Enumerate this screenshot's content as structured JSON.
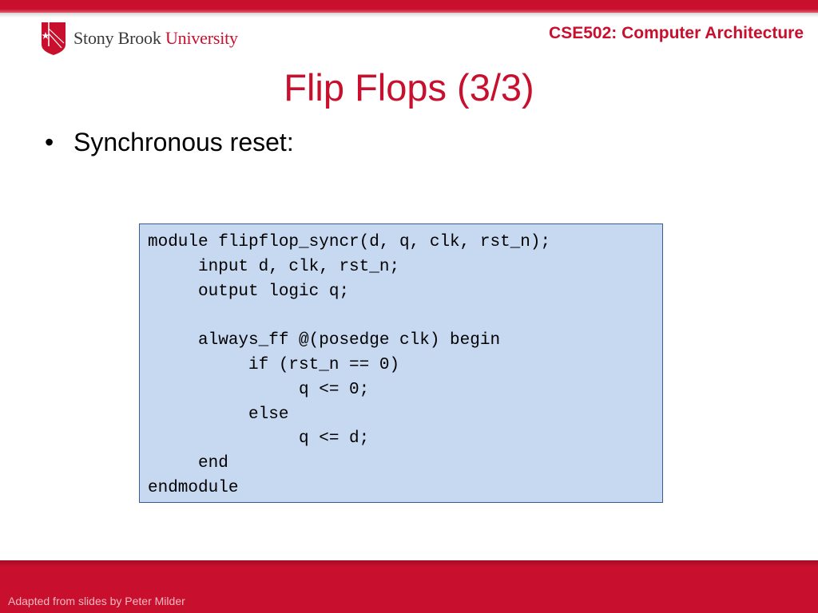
{
  "header": {
    "logo_wordmark_primary": "Stony Brook",
    "logo_wordmark_secondary": "University",
    "course_title": "CSE502: Computer Architecture"
  },
  "slide": {
    "title": "Flip Flops (3/3)",
    "bullet_symbol": "•",
    "bullet_text": "Synchronous reset:"
  },
  "code": {
    "text": "module flipflop_syncr(d, q, clk, rst_n);\n     input d, clk, rst_n;\n     output logic q;\n\n     always_ff @(posedge clk) begin\n          if (rst_n == 0)\n               q <= 0;\n          else\n               q <= d;\n     end\nendmodule"
  },
  "footer": {
    "credit": "Adapted from slides by Peter Milder"
  },
  "colors": {
    "brand_red": "#c8102e",
    "code_background": "#c6d9f1",
    "code_border": "#385d8a"
  },
  "icons": {
    "logo": "shield-star-icon"
  }
}
